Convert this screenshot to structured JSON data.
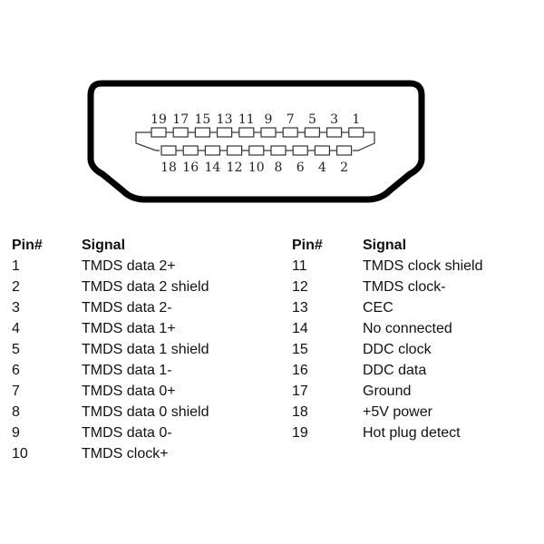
{
  "connector": {
    "top_row_labels": [
      "19",
      "17",
      "15",
      "13",
      "11",
      "9",
      "7",
      "5",
      "3",
      "1"
    ],
    "bottom_row_labels": [
      "18",
      "16",
      "14",
      "12",
      "10",
      "8",
      "6",
      "4",
      "2"
    ]
  },
  "table": {
    "headers": {
      "pin": "Pin#",
      "signal": "Signal"
    },
    "left": [
      {
        "pin": "1",
        "signal": "TMDS data 2+"
      },
      {
        "pin": "2",
        "signal": "TMDS data 2 shield"
      },
      {
        "pin": "3",
        "signal": "TMDS data 2-"
      },
      {
        "pin": "4",
        "signal": "TMDS data 1+"
      },
      {
        "pin": "5",
        "signal": "TMDS data 1 shield"
      },
      {
        "pin": "6",
        "signal": "TMDS data 1-"
      },
      {
        "pin": "7",
        "signal": "TMDS data 0+"
      },
      {
        "pin": "8",
        "signal": "TMDS data 0 shield"
      },
      {
        "pin": "9",
        "signal": "TMDS data 0-"
      },
      {
        "pin": "10",
        "signal": "TMDS clock+"
      }
    ],
    "right": [
      {
        "pin": "11",
        "signal": "TMDS clock shield"
      },
      {
        "pin": "12",
        "signal": "TMDS clock-"
      },
      {
        "pin": "13",
        "signal": "CEC"
      },
      {
        "pin": "14",
        "signal": "No connected"
      },
      {
        "pin": "15",
        "signal": "DDC clock"
      },
      {
        "pin": "16",
        "signal": "DDC data"
      },
      {
        "pin": "17",
        "signal": "Ground"
      },
      {
        "pin": "18",
        "signal": "+5V power"
      },
      {
        "pin": "19",
        "signal": "Hot plug detect"
      }
    ]
  }
}
